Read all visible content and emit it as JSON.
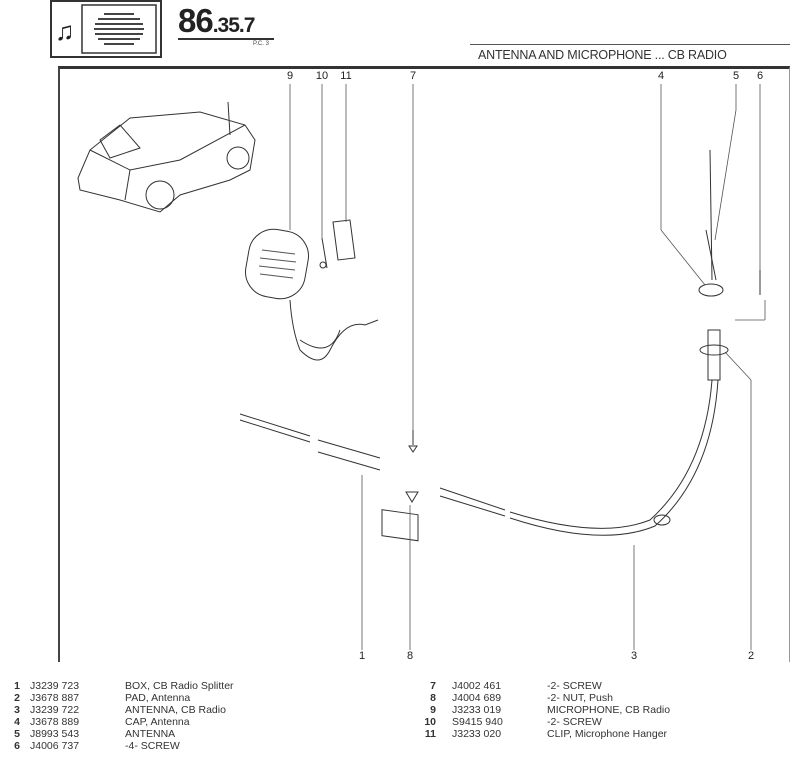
{
  "header": {
    "icon": "speaker-music-icon",
    "section_main": "86",
    "section_sub": ".35",
    "section_minor": ".7",
    "pc": "P.C. 3",
    "title": "ANTENNA AND MICROPHONE ... CB RADIO"
  },
  "callouts": {
    "top": [
      "9",
      "10",
      "11",
      "7",
      "4",
      "5",
      "6"
    ],
    "bottom": [
      "1",
      "8",
      "3",
      "2"
    ]
  },
  "parts_left": [
    {
      "num": "1",
      "part": "J3239 723",
      "desc": "BOX, CB Radio Splitter"
    },
    {
      "num": "2",
      "part": "J3678 887",
      "desc": "PAD, Antenna"
    },
    {
      "num": "3",
      "part": "J3239 722",
      "desc": "ANTENNA, CB Radio"
    },
    {
      "num": "4",
      "part": "J3678 889",
      "desc": "CAP, Antenna"
    },
    {
      "num": "5",
      "part": "J8993 543",
      "desc": "ANTENNA"
    },
    {
      "num": "6",
      "part": "J4006 737",
      "desc": "-4- SCREW"
    }
  ],
  "parts_right": [
    {
      "num": "7",
      "part": "J4002 461",
      "desc": "-2- SCREW"
    },
    {
      "num": "8",
      "part": "J4004 689",
      "desc": "-2- NUT, Push"
    },
    {
      "num": "9",
      "part": "J3233 019",
      "desc": "MICROPHONE, CB Radio"
    },
    {
      "num": "10",
      "part": "S9415 940",
      "desc": "-2- SCREW"
    },
    {
      "num": "11",
      "part": "J3233 020",
      "desc": "CLIP, Microphone Hanger"
    }
  ]
}
